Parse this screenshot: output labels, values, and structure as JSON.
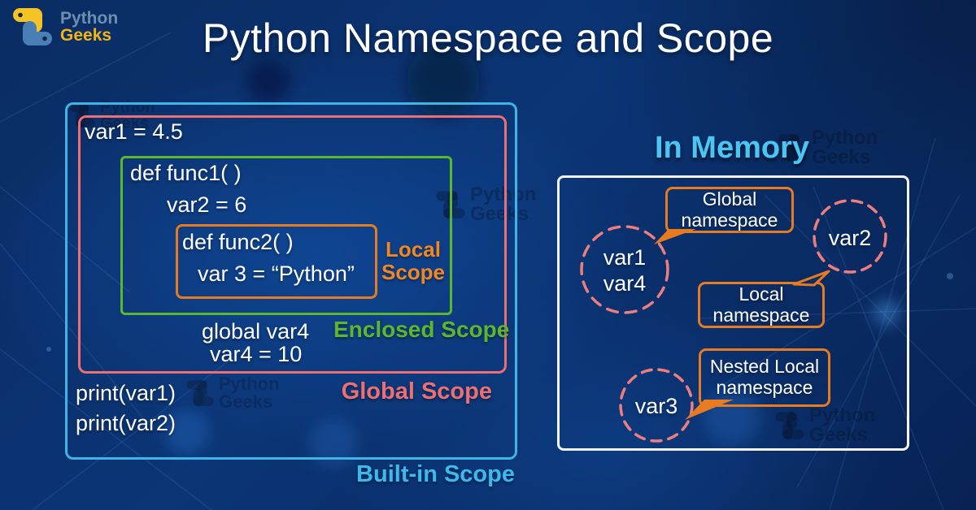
{
  "brand": {
    "line1": "Python",
    "line2": "Geeks"
  },
  "title": "Python Namespace and Scope",
  "diagram": {
    "code": {
      "line_var1": "var1 = 4.5",
      "line_def_func1": "def func1( )",
      "line_var2": "var2 = 6",
      "line_def_func2": "def func2( )",
      "line_var3": "var 3 = “Python”",
      "line_global_var4": "global var4",
      "line_var4": "var4 = 10",
      "line_print1": "print(var1)",
      "line_print2": "print(var2)"
    },
    "labels": {
      "local": "Local Scope",
      "enclosed": "Enclosed Scope",
      "global": "Global Scope",
      "builtin": "Built-in Scope"
    }
  },
  "memory": {
    "heading": "In Memory",
    "bubbles": [
      {
        "line1": "Global",
        "line2": "namespace"
      },
      {
        "line1": "Local",
        "line2": "namespace"
      },
      {
        "line1": "Nested Local",
        "line2": "namespace"
      }
    ],
    "circles": [
      {
        "line1": "var1",
        "line2": "var4"
      },
      {
        "line1": "var2",
        "line2": ""
      },
      {
        "line1": "var3",
        "line2": ""
      }
    ]
  },
  "watermark": {
    "line1": "Python",
    "line2": "Geeks"
  },
  "colors": {
    "background": "#0a3070",
    "builtin_border": "#3fb4e6",
    "global_border": "#ed6f73",
    "enclosed_border": "#5cb72e",
    "local_border": "#e87a1f",
    "local_label": "#f08723",
    "builtin_label": "#3eb9ec",
    "memory_heading": "#4dc5f2",
    "bubble_border": "#e87a1f",
    "circle_dash": "#ee7d7d",
    "logo_python": "#6e8fae",
    "logo_geeks": "#f2b512"
  }
}
